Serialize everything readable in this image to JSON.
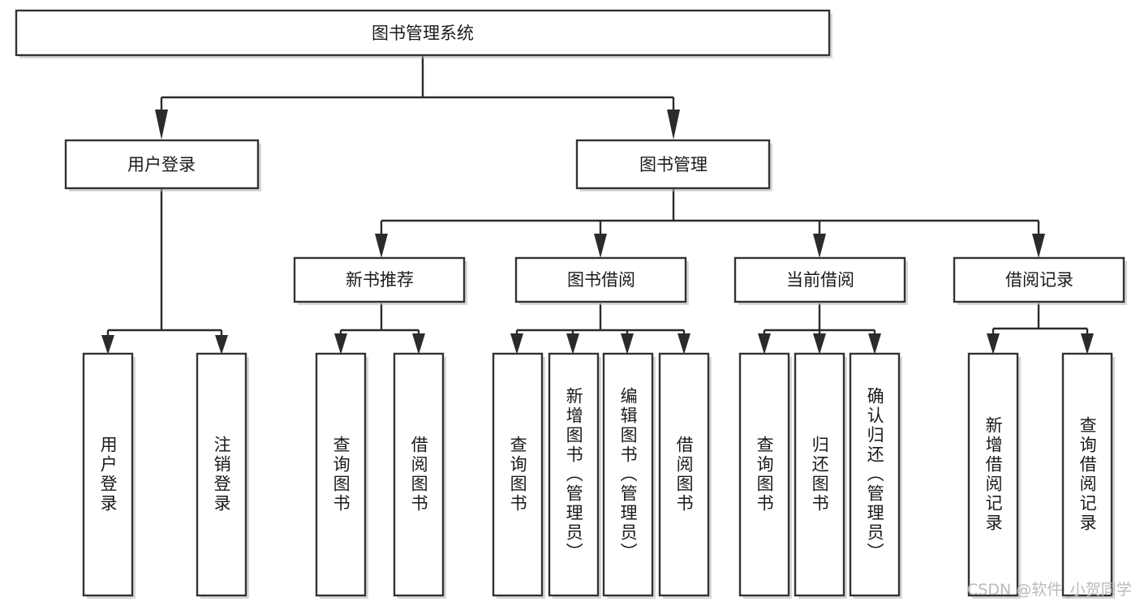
{
  "diagram": {
    "type": "hierarchy-tree",
    "title": "图书管理系统",
    "watermark": "CSDN @软件_小贺同学",
    "colors": {
      "box_stroke": "#333333",
      "box_fill": "#ffffff",
      "connector": "#2b2b2b",
      "text": "#1a1a1a",
      "watermark": "#b9b9b9",
      "background": "#ffffff"
    },
    "root": {
      "label": "图书管理系统",
      "orientation": "horizontal"
    },
    "level2": [
      {
        "label": "用户登录",
        "orientation": "horizontal"
      },
      {
        "label": "图书管理",
        "orientation": "horizontal"
      }
    ],
    "level3": [
      {
        "label": "新书推荐",
        "orientation": "horizontal"
      },
      {
        "label": "图书借阅",
        "orientation": "horizontal"
      },
      {
        "label": "当前借阅",
        "orientation": "horizontal"
      },
      {
        "label": "借阅记录",
        "orientation": "horizontal"
      }
    ],
    "leaves": {
      "user_login": [
        {
          "label": "用户登录",
          "orientation": "vertical"
        },
        {
          "label": "注销登录",
          "orientation": "vertical"
        }
      ],
      "new_book_recommend": [
        {
          "label": "查询图书",
          "orientation": "vertical"
        },
        {
          "label": "借阅图书",
          "orientation": "vertical"
        }
      ],
      "book_borrow": [
        {
          "label": "查询图书",
          "orientation": "vertical"
        },
        {
          "label": "新增图书（管理员）",
          "orientation": "vertical"
        },
        {
          "label": "编辑图书（管理员）",
          "orientation": "vertical"
        },
        {
          "label": "借阅图书",
          "orientation": "vertical"
        }
      ],
      "current_borrow": [
        {
          "label": "查询图书",
          "orientation": "vertical"
        },
        {
          "label": "归还图书",
          "orientation": "vertical"
        },
        {
          "label": "确认归还（管理员）",
          "orientation": "vertical"
        }
      ],
      "borrow_record": [
        {
          "label": "新增借阅记录",
          "orientation": "vertical"
        },
        {
          "label": "查询借阅记录",
          "orientation": "vertical"
        }
      ]
    }
  }
}
